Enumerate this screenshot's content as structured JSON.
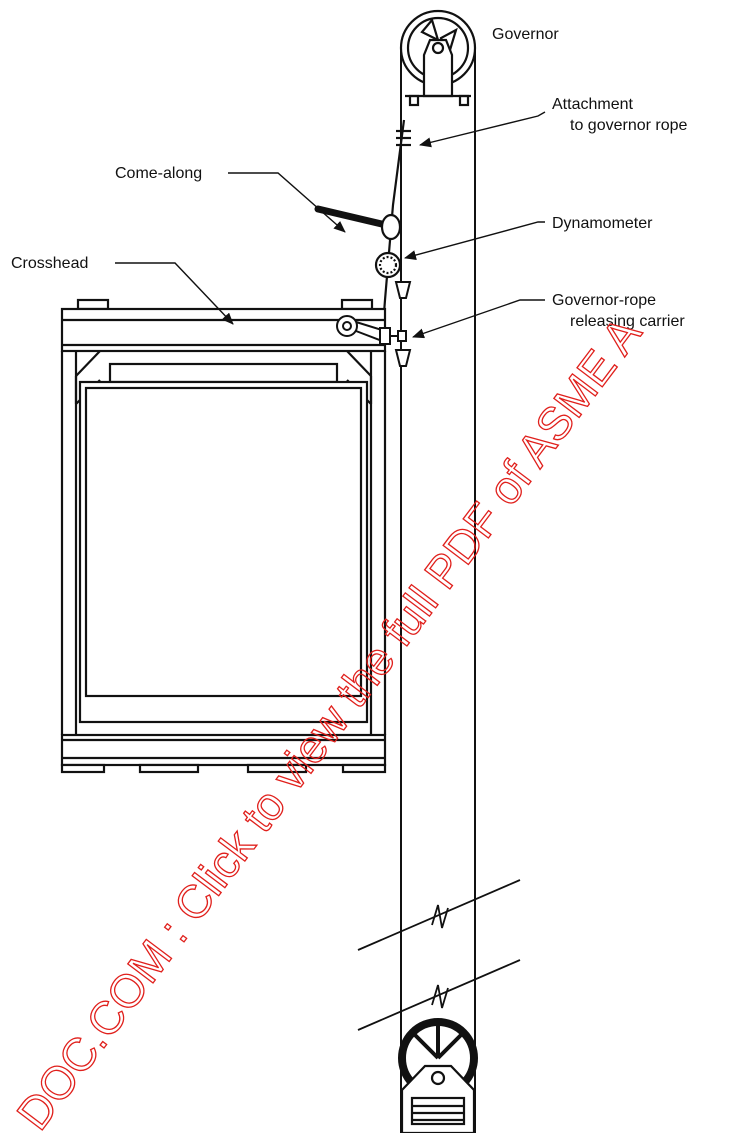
{
  "labels": {
    "governor": "Governor",
    "attachment_line1": "Attachment",
    "attachment_line2": "to governor rope",
    "come_along": "Come-along",
    "dynamometer": "Dynamometer",
    "crosshead": "Crosshead",
    "releasing_carrier_line1": "Governor-rope",
    "releasing_carrier_line2": "releasing carrier"
  },
  "watermark": {
    "text": "DOC.COM : Click to view the full PDF of ASME A",
    "color": "#e0201c"
  }
}
